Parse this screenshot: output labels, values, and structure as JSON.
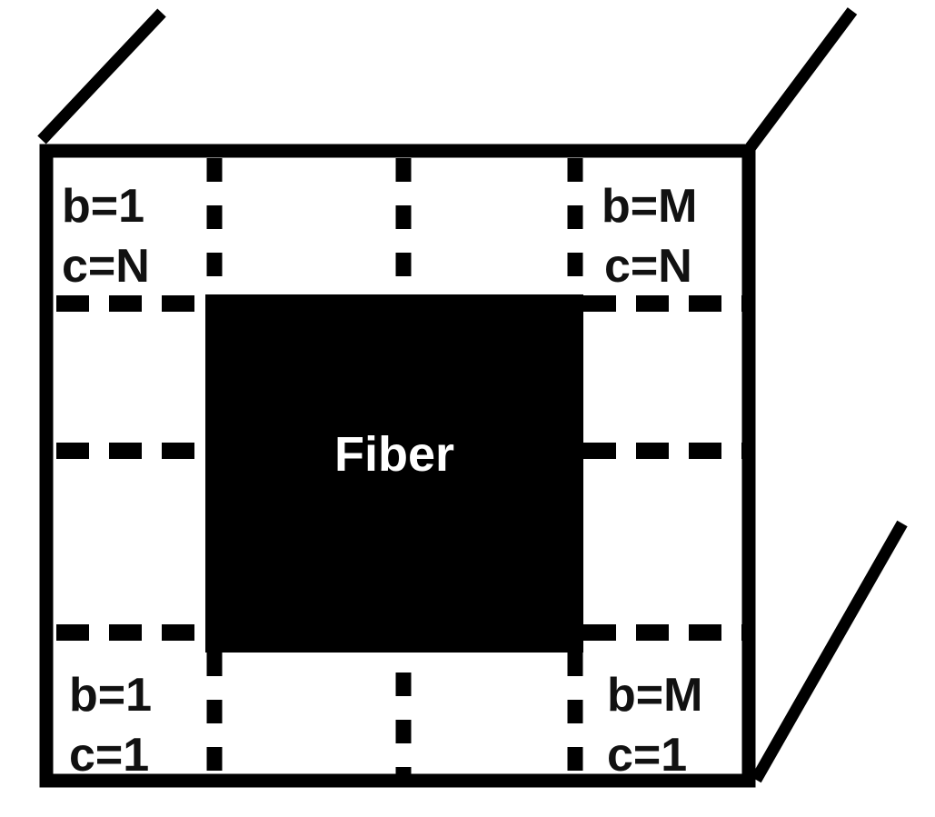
{
  "diagram": {
    "center_label": "Fiber",
    "corners": {
      "top_left": {
        "b": "b=1",
        "c": "c=N"
      },
      "top_right": {
        "b": "b=M",
        "c": "c=N"
      },
      "bottom_left": {
        "b": "b=1",
        "c": "c=1"
      },
      "bottom_right": {
        "b": "b=M",
        "c": "c=1"
      }
    },
    "colors": {
      "line": "#000000",
      "fiber": "#000000",
      "fiber_text": "#ffffff",
      "background": "#ffffff"
    }
  }
}
